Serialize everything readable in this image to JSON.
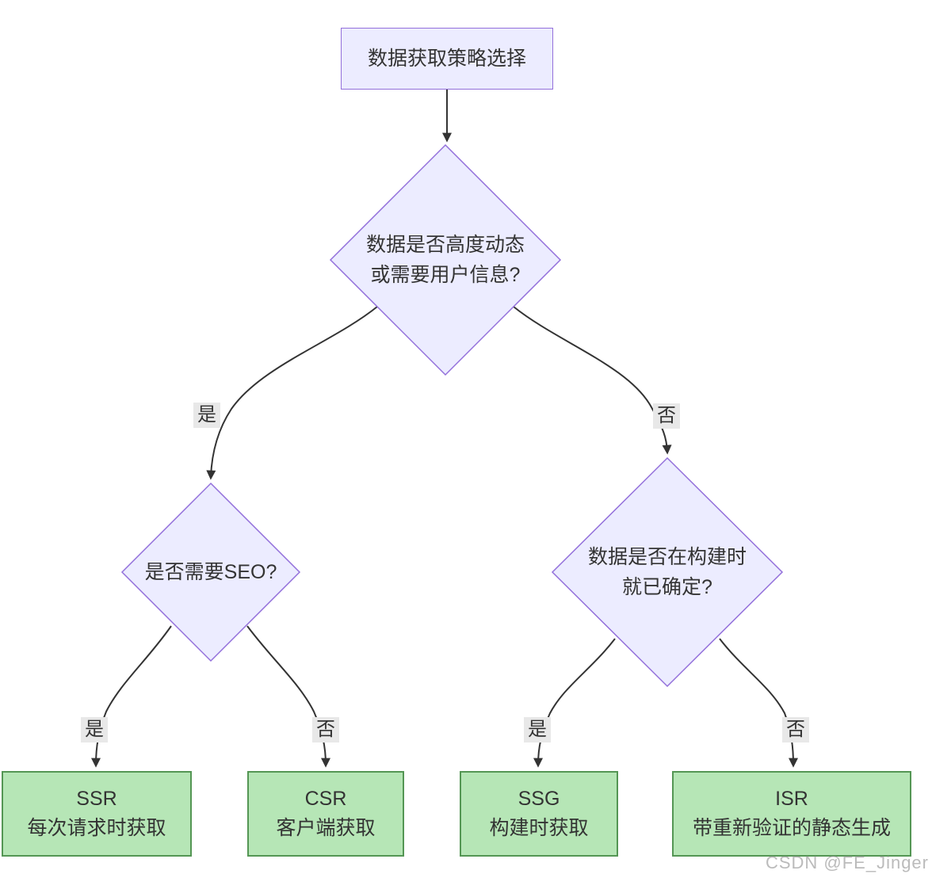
{
  "diagram": {
    "start_node": {
      "label": "数据获取策略选择"
    },
    "decisions": {
      "dynamic": {
        "line1": "数据是否高度动态",
        "line2": "或需要用户信息?"
      },
      "seo": {
        "line1": "是否需要SEO?"
      },
      "buildtime": {
        "line1": "数据是否在构建时",
        "line2": "就已确定?"
      }
    },
    "results": {
      "ssr": {
        "title": "SSR",
        "desc": "每次请求时获取"
      },
      "csr": {
        "title": "CSR",
        "desc": "客户端获取"
      },
      "ssg": {
        "title": "SSG",
        "desc": "构建时获取"
      },
      "isr": {
        "title": "ISR",
        "desc": "带重新验证的静态生成"
      }
    },
    "edge_labels": {
      "yes": "是",
      "no": "否"
    },
    "colors": {
      "decision_fill": "#ECECFF",
      "decision_border": "#9370DB",
      "result_fill": "#B6E6B6",
      "result_border": "#549654",
      "edge_line": "#333333",
      "edge_label_bg": "#E8E8E8",
      "text": "#333333"
    }
  },
  "watermark": "CSDN @FE_Jinger"
}
